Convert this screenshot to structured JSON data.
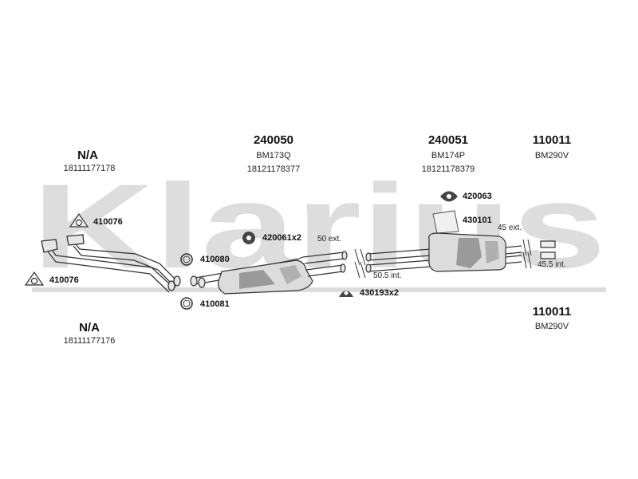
{
  "watermark": {
    "text": "Klarius",
    "color": "#d9d9d9"
  },
  "groups": [
    {
      "id": "na-top",
      "code": "N/A",
      "ref": "18111177178"
    },
    {
      "id": "240050",
      "code": "240050",
      "sub": "BM173Q",
      "ref": "18121178377"
    },
    {
      "id": "240051",
      "code": "240051",
      "sub": "BM174P",
      "ref": "18121178379"
    },
    {
      "id": "110011-top",
      "code": "110011",
      "sub": "BM290V"
    },
    {
      "id": "na-bottom",
      "code": "N/A",
      "ref": "18111177176"
    },
    {
      "id": "110011-bottom",
      "code": "110011",
      "sub": "BM290V"
    }
  ],
  "parts": {
    "p410076a": "410076",
    "p410076b": "410076",
    "p410080": "410080",
    "p410081": "410081",
    "p420061": "420061x2",
    "p430193": "430193x2",
    "p420063": "420063",
    "p430101": "430101"
  },
  "notes": {
    "ext50": "50 ext.",
    "int505": "50.5 int.",
    "ext45": "45 ext.",
    "int455": "45.5 int."
  },
  "colors": {
    "line": "#333333",
    "fill": "#e6e6e6",
    "shade": "#9a9a9a"
  }
}
